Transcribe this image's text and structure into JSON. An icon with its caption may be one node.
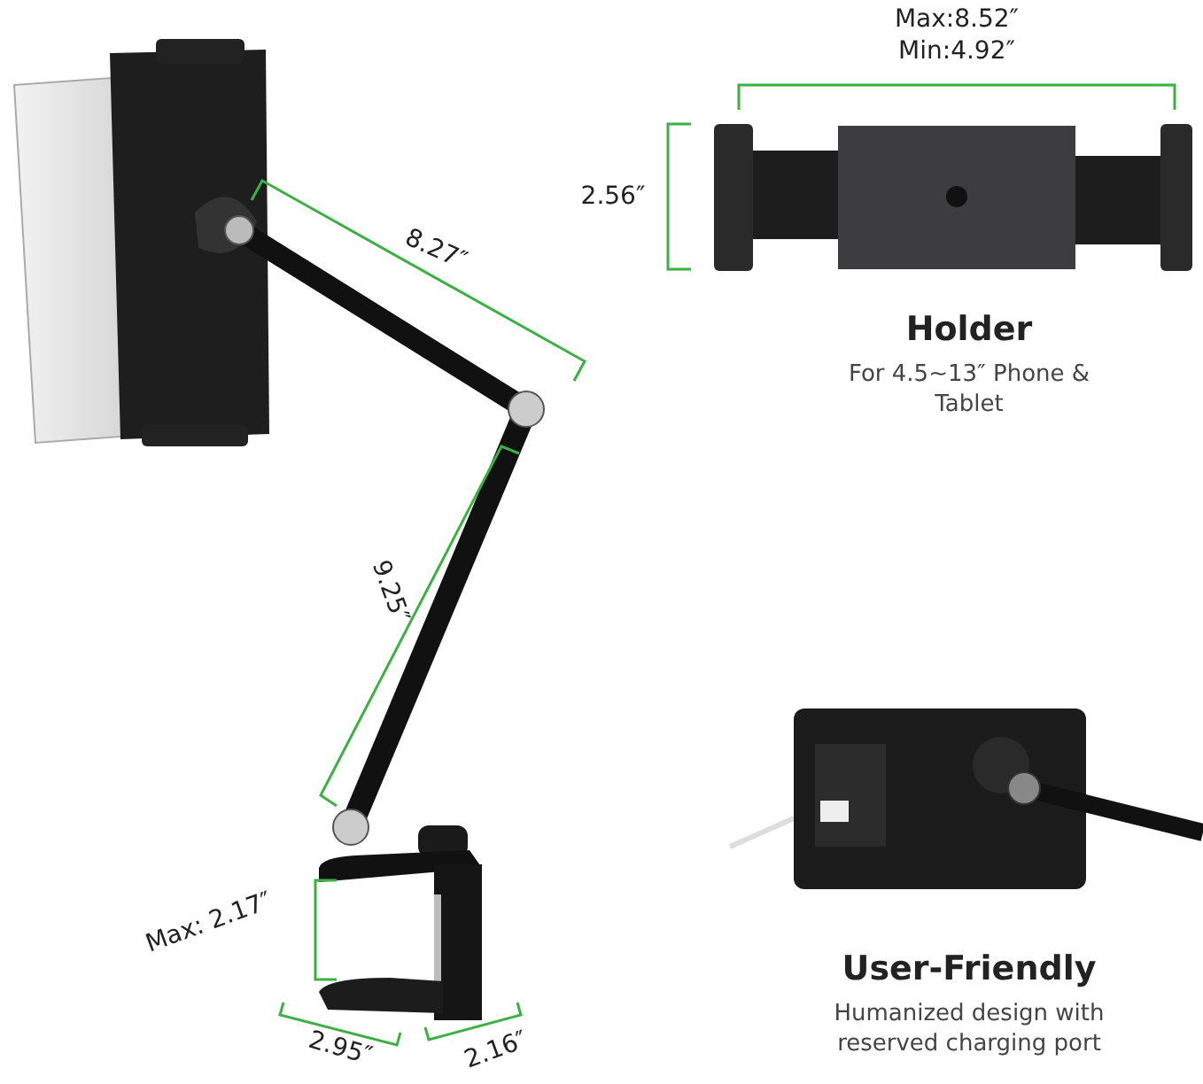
{
  "diagram": {
    "labels": [
      "Max:8.52″",
      "Min:4.92″",
      "2.56″",
      "Holder",
      "For 4.5~13″ Phone & Tablet",
      "8.27″",
      "9.25″",
      "Max: 2.17″",
      "User-Friendly",
      "Humanized design with reserved charging port",
      "2.95″",
      "2.16″"
    ]
  }
}
